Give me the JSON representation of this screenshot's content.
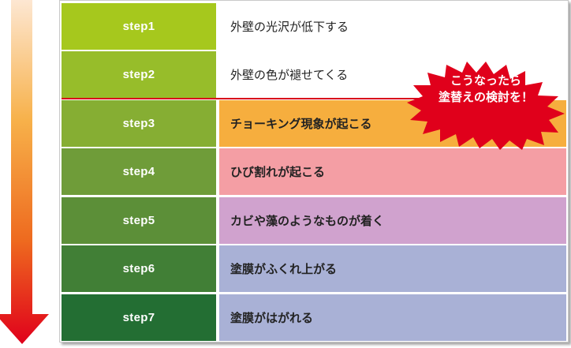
{
  "steps": [
    {
      "label": "step1",
      "text": "外壁の光沢が低下する",
      "step_color": "#a6c81d",
      "bg_color": "#ffffff",
      "bold": false
    },
    {
      "label": "step2",
      "text": "外壁の色が褪せてくる",
      "step_color": "#97bd2a",
      "bg_color": "#ffffff",
      "bold": false
    },
    {
      "label": "step3",
      "text": "チョーキング現象が起こる",
      "step_color": "#86ae33",
      "bg_color": "#f6ae3e",
      "bold": true
    },
    {
      "label": "step4",
      "text": "ひび割れが起こる",
      "step_color": "#6f9c39",
      "bg_color": "#f49ea4",
      "bold": true
    },
    {
      "label": "step5",
      "text": "カビや藻のようなものが着く",
      "step_color": "#5c8f38",
      "bg_color": "#d0a2ce",
      "bold": true
    },
    {
      "label": "step6",
      "text": "塗膜がふくれ上がる",
      "step_color": "#417f36",
      "bg_color": "#a9b1d6",
      "bold": true
    },
    {
      "label": "step7",
      "text": "塗膜がはがれる",
      "step_color": "#236e33",
      "bg_color": "#a9b1d6",
      "bold": true
    }
  ],
  "callout": {
    "line1": "こうなったら",
    "line2": "塗替えの検討を！",
    "color": "#e0001b"
  },
  "arrow": {
    "icon": "down-arrow-icon",
    "gradient_top": "#fbd8b5",
    "gradient_mid": "#f5a623",
    "gradient_bottom": "#e0001b"
  }
}
